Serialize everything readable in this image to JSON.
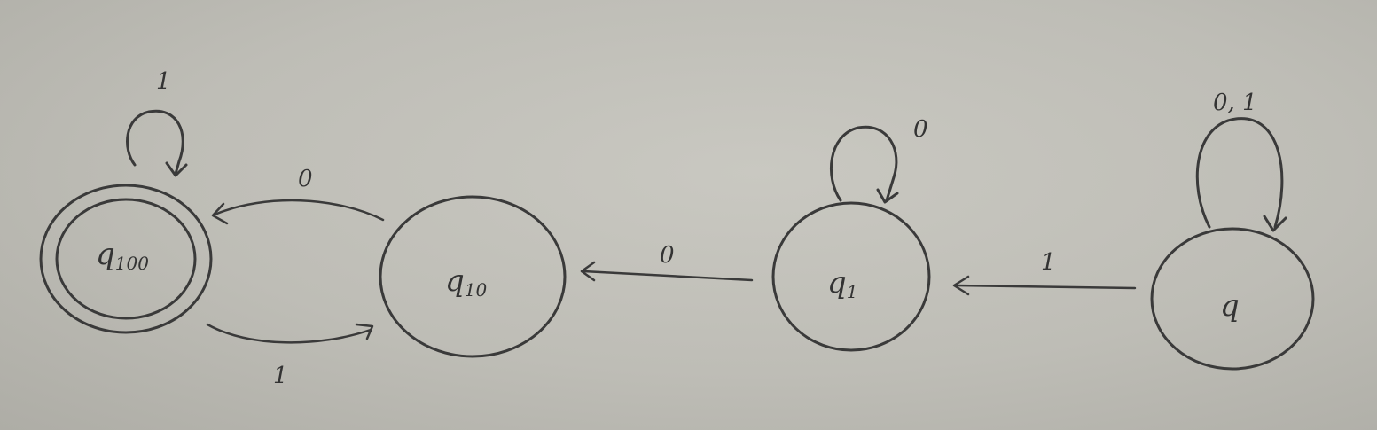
{
  "diagram": {
    "states": [
      {
        "id": "q100",
        "base": "q",
        "subscript": "100",
        "accepting": true
      },
      {
        "id": "q10",
        "base": "q",
        "subscript": "10",
        "accepting": false
      },
      {
        "id": "q1",
        "base": "q",
        "subscript": "1",
        "accepting": false
      },
      {
        "id": "q",
        "base": "q",
        "subscript": "",
        "accepting": false
      }
    ],
    "transitions": [
      {
        "from": "q100",
        "to": "q100",
        "label": "1"
      },
      {
        "from": "q10",
        "to": "q100",
        "label": "0"
      },
      {
        "from": "q100",
        "to": "q10",
        "label": "1"
      },
      {
        "from": "q1",
        "to": "q10",
        "label": "0"
      },
      {
        "from": "q1",
        "to": "q1",
        "label": "0"
      },
      {
        "from": "q",
        "to": "q1",
        "label": "1"
      },
      {
        "from": "q",
        "to": "q",
        "label": "0, 1"
      }
    ],
    "colors": {
      "ink": "#3a3a3a",
      "paper": "#c4c3bc"
    }
  }
}
